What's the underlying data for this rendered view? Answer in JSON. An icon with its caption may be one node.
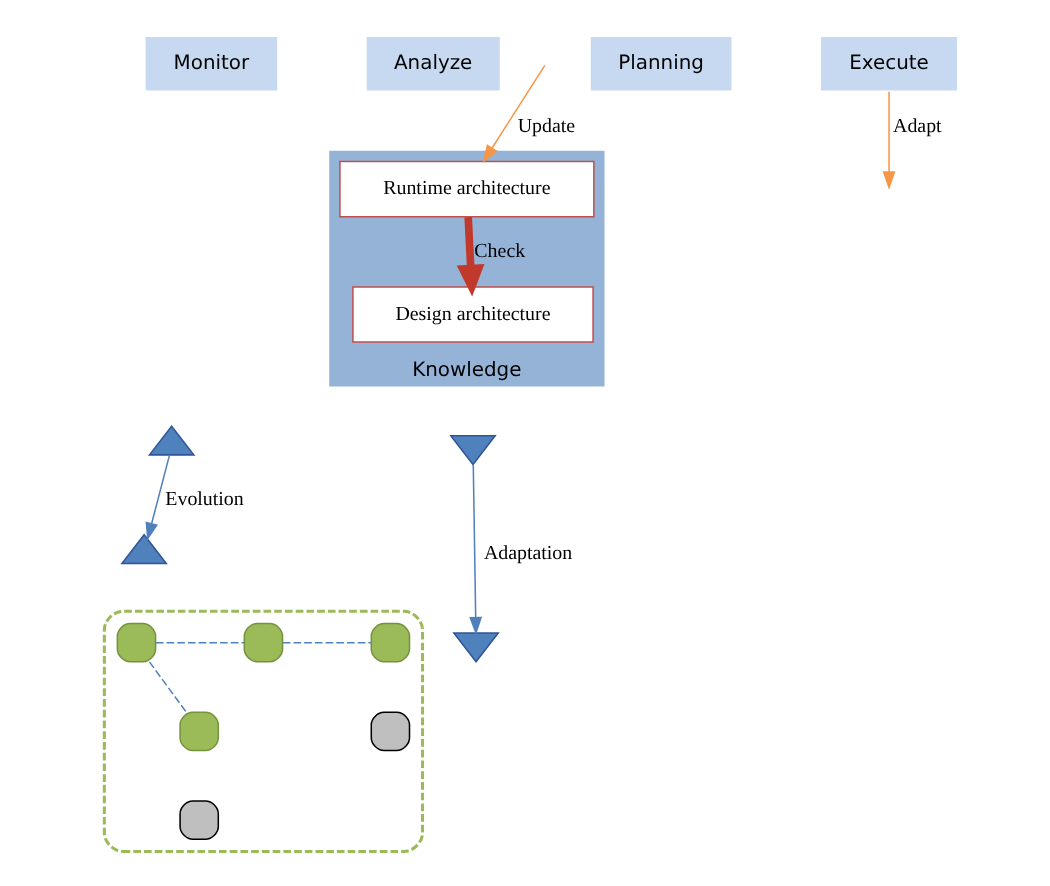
{
  "diagram": {
    "nodes": [
      {
        "text": [
          "Analyze"
        ]
      },
      {
        "text": [
          "Planning"
        ]
      },
      {
        "text": [
          "Monitor"
        ]
      },
      {
        "text": [
          "Execute"
        ]
      },
      {
        "text": [
          "Knowledge"
        ]
      },
      {
        "text": [
          "Runtime architecture"
        ],
        "in": 4
      },
      {
        "text": [
          "Design architecture"
        ],
        "in": 4
      },
      {
        "text": [],
        "shape": "triangle"
      },
      {
        "text": [],
        "shape": "triangle"
      },
      {
        "text": [],
        "shape": "triangle"
      },
      {
        "text": [],
        "shape": "triangle"
      },
      {
        "text": [],
        "shape": "box"
      },
      {
        "text": [],
        "shape": "box",
        "in": 11
      },
      {
        "text": [],
        "shape": "box",
        "in": 11
      },
      {
        "text": [],
        "shape": "box",
        "in": 11
      },
      {
        "text": [],
        "shape": "box",
        "in": 11
      },
      {
        "text": [],
        "shape": "box",
        "in": 11
      },
      {
        "text": [],
        "shape": "box",
        "in": 11
      }
    ],
    "edges": [
      {
        "from": 5,
        "to": 6,
        "arrow": "to",
        "label": "Check",
        "style": "thick",
        "color": "#c0392b"
      },
      {
        "from": null,
        "to": 5,
        "arrow": "to",
        "label": "Update",
        "color": "#f79646"
      },
      {
        "from": 3,
        "to": null,
        "arrow": "to",
        "label": "Adapt",
        "color": "#f79646"
      },
      {
        "from": 8,
        "to": 7,
        "arrow": "to",
        "label": "Evolution"
      },
      {
        "from": 9,
        "to": 10,
        "arrow": "to",
        "label": "Adaptation"
      },
      {
        "from": 12,
        "to": 13,
        "arrow": "none",
        "style": "dashed"
      },
      {
        "from": 12,
        "to": 14,
        "arrow": "none",
        "style": "dashed"
      },
      {
        "from": 13,
        "to": 16,
        "arrow": "none",
        "style": "dashed"
      }
    ]
  }
}
